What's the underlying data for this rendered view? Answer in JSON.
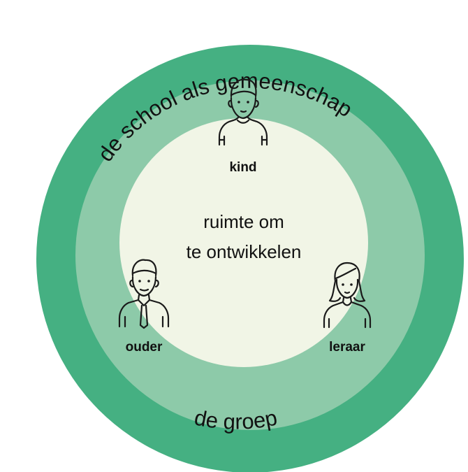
{
  "diagram": {
    "outer_ring": {
      "label": "de school als gemeenschap",
      "color": "#45b082"
    },
    "middle_ring": {
      "label": "de groep",
      "color": "#8dcaa9"
    },
    "inner_circle": {
      "lines": [
        "ruimte om",
        "te ontwikkelen"
      ],
      "color": "#f1f5e6"
    },
    "people": [
      {
        "id": "kind",
        "label": "kind",
        "icon": "child-icon"
      },
      {
        "id": "ouder",
        "label": "ouder",
        "icon": "parent-icon"
      },
      {
        "id": "leraar",
        "label": "leraar",
        "icon": "teacher-icon"
      }
    ]
  }
}
